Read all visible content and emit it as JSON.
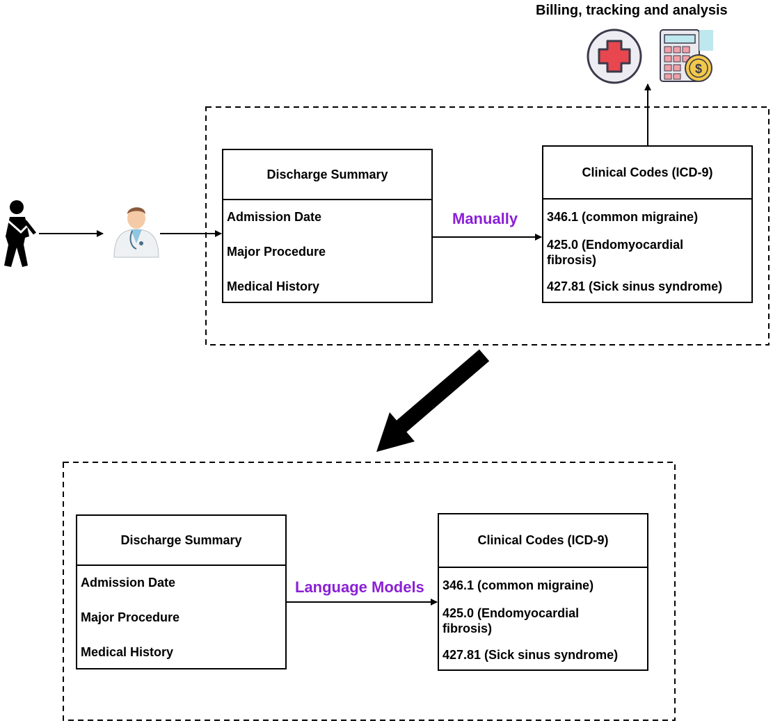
{
  "diagram": {
    "top_title": "Billing, tracking and analysis",
    "top_section": {
      "discharge_summary": {
        "title": "Discharge Summary",
        "items": [
          "Admission Date",
          "Major Procedure",
          "Medical History"
        ]
      },
      "edge_label": "Manually",
      "clinical_codes": {
        "title": "Clinical Codes (ICD-9)",
        "items": [
          "346.1 (common migraine)",
          "425.0 (Endomyocardial fibrosis)",
          "427.81 (Sick sinus syndrome)"
        ]
      }
    },
    "bottom_section": {
      "discharge_summary": {
        "title": "Discharge Summary",
        "items": [
          "Admission Date",
          "Major Procedure",
          "Medical History"
        ]
      },
      "edge_label": "Language Models",
      "clinical_codes": {
        "title": "Clinical Codes (ICD-9)",
        "items": [
          "346.1 (common migraine)",
          "425.0 (Endomyocardial fibrosis)",
          "427.81 (Sick sinus syndrome)"
        ]
      }
    },
    "icons": [
      "injured-patient-icon",
      "doctor-icon",
      "medical-cross-icon",
      "billing-calculator-icon"
    ],
    "colors": {
      "edge_label": "#8b1fd6",
      "cross_red": "#e8474f",
      "calculator_screen": "#bfe7ee"
    }
  }
}
